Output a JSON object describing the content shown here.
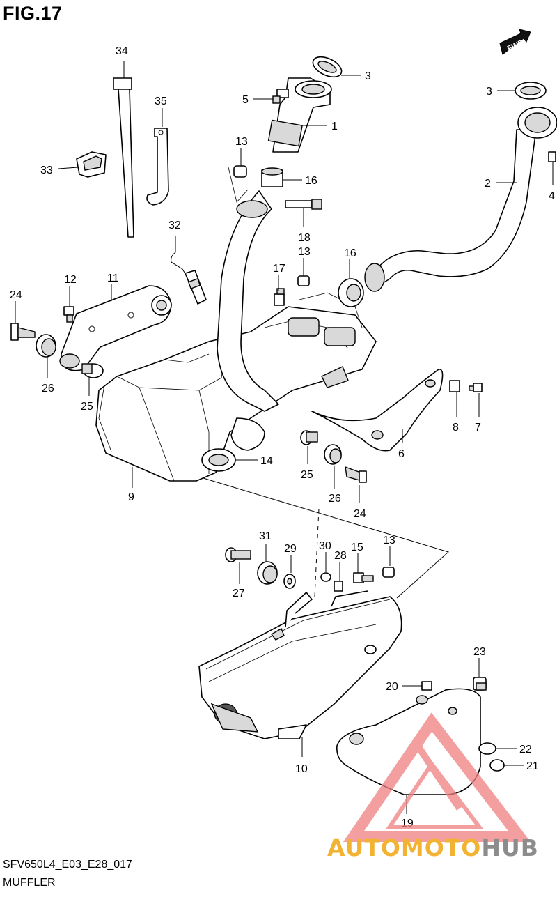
{
  "figure": {
    "title": "FIG.17",
    "model_code": "SFV650L4_E03_E28_017",
    "caption": "MUFFLER",
    "direction_marker": "FWD"
  },
  "callouts": [
    {
      "id": "c-34",
      "label": "34"
    },
    {
      "id": "c-35",
      "label": "35"
    },
    {
      "id": "c-33",
      "label": "33"
    },
    {
      "id": "c-32",
      "label": "32"
    },
    {
      "id": "c-12",
      "label": "12"
    },
    {
      "id": "c-11",
      "label": "11"
    },
    {
      "id": "c-24a",
      "label": "24"
    },
    {
      "id": "c-26a",
      "label": "26"
    },
    {
      "id": "c-25a",
      "label": "25"
    },
    {
      "id": "c-9",
      "label": "9"
    },
    {
      "id": "c-3a",
      "label": "3"
    },
    {
      "id": "c-5",
      "label": "5"
    },
    {
      "id": "c-1",
      "label": "1"
    },
    {
      "id": "c-13a",
      "label": "13"
    },
    {
      "id": "c-16a",
      "label": "16"
    },
    {
      "id": "c-18",
      "label": "18"
    },
    {
      "id": "c-13b",
      "label": "13"
    },
    {
      "id": "c-17",
      "label": "17"
    },
    {
      "id": "c-16b",
      "label": "16"
    },
    {
      "id": "c-3b",
      "label": "3"
    },
    {
      "id": "c-2",
      "label": "2"
    },
    {
      "id": "c-4",
      "label": "4"
    },
    {
      "id": "c-8",
      "label": "8"
    },
    {
      "id": "c-7",
      "label": "7"
    },
    {
      "id": "c-6",
      "label": "6"
    },
    {
      "id": "c-14",
      "label": "14"
    },
    {
      "id": "c-25b",
      "label": "25"
    },
    {
      "id": "c-26b",
      "label": "26"
    },
    {
      "id": "c-24b",
      "label": "24"
    },
    {
      "id": "c-31",
      "label": "31"
    },
    {
      "id": "c-29",
      "label": "29"
    },
    {
      "id": "c-30",
      "label": "30"
    },
    {
      "id": "c-28",
      "label": "28"
    },
    {
      "id": "c-15",
      "label": "15"
    },
    {
      "id": "c-13c",
      "label": "13"
    },
    {
      "id": "c-27",
      "label": "27"
    },
    {
      "id": "c-23",
      "label": "23"
    },
    {
      "id": "c-20",
      "label": "20"
    },
    {
      "id": "c-22",
      "label": "22"
    },
    {
      "id": "c-21",
      "label": "21"
    },
    {
      "id": "c-10",
      "label": "10"
    },
    {
      "id": "c-19",
      "label": "19"
    }
  ],
  "watermark": {
    "text_part1": "AUTOMOTO",
    "text_part2": "HUB",
    "color_primary": "#f2b233",
    "color_secondary": "#8c8c8c",
    "logo_color": "#f08080"
  }
}
